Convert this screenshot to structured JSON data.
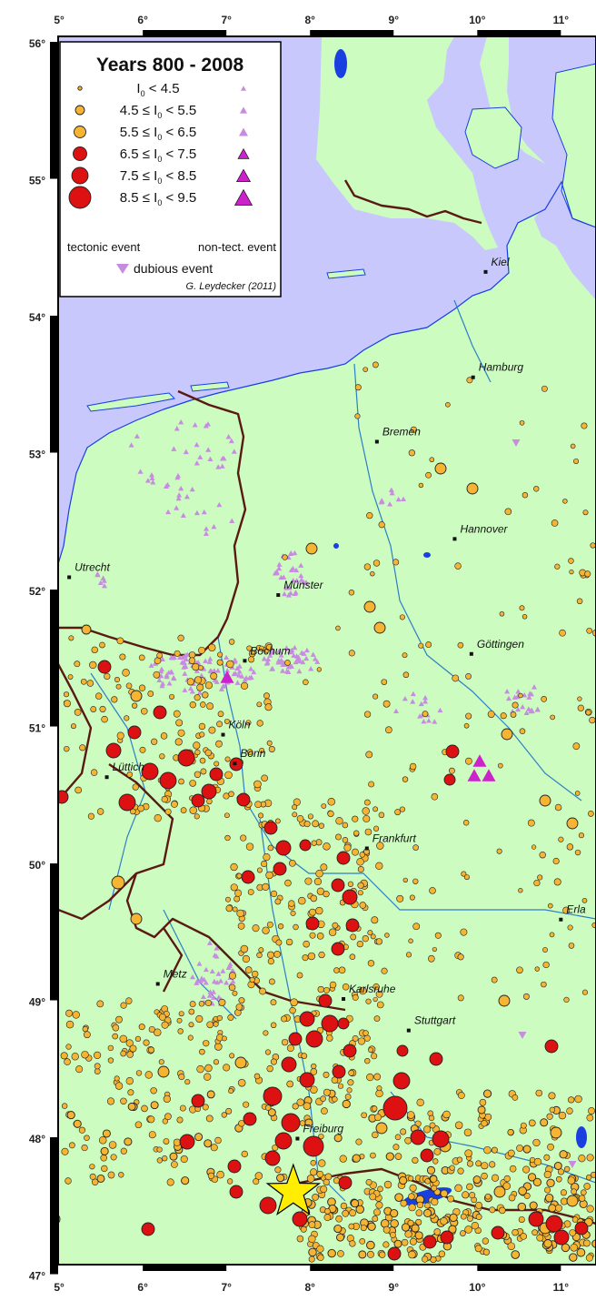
{
  "map": {
    "colors": {
      "land": "#ccfcc0",
      "sea": "#c8c8fc",
      "border": "#5a1a12",
      "river": "#2f7ec4",
      "lake": "#1a3fe0",
      "tectonic_small": "#f5b432",
      "tectonic_large": "#dd1111",
      "non_tectonic": "#c78ce0",
      "non_tectonic_large": "#cc22cc",
      "star": "#ffee00",
      "frame_dark": "#000000"
    },
    "longitude_labels": [
      "5°",
      "6°",
      "7°",
      "8°",
      "9°",
      "10°",
      "11°"
    ],
    "latitude_labels": [
      "56°",
      "55°",
      "54°",
      "53°",
      "52°",
      "51°",
      "50°",
      "49°",
      "48°",
      "47°"
    ],
    "cities": [
      {
        "id": "kiel",
        "name": "Kiel",
        "lon": 10.1,
        "lat": 54.32
      },
      {
        "id": "hamburg",
        "name": "Hamburg",
        "lon": 9.95,
        "lat": 53.55
      },
      {
        "id": "bremen",
        "name": "Bremen",
        "lon": 8.8,
        "lat": 53.08
      },
      {
        "id": "hannover",
        "name": "Hannover",
        "lon": 9.73,
        "lat": 52.37
      },
      {
        "id": "utrecht",
        "name": "Utrecht",
        "lon": 5.12,
        "lat": 52.09
      },
      {
        "id": "muenster",
        "name": "Münster",
        "lon": 7.62,
        "lat": 51.96
      },
      {
        "id": "bochum",
        "name": "Bochum",
        "lon": 7.22,
        "lat": 51.48
      },
      {
        "id": "goettingen",
        "name": "Göttingen",
        "lon": 9.93,
        "lat": 51.53
      },
      {
        "id": "koeln",
        "name": "Köln",
        "lon": 6.96,
        "lat": 50.94
      },
      {
        "id": "bonn",
        "name": "Bonn",
        "lon": 7.1,
        "lat": 50.73
      },
      {
        "id": "luettich",
        "name": "Lüttich",
        "lon": 5.57,
        "lat": 50.63
      },
      {
        "id": "frankfurt",
        "name": "Frankfurt",
        "lon": 8.68,
        "lat": 50.11
      },
      {
        "id": "erlangen",
        "name": "Erla",
        "lon": 11.0,
        "lat": 49.59
      },
      {
        "id": "metz",
        "name": "Metz",
        "lon": 6.18,
        "lat": 49.12
      },
      {
        "id": "karlsruhe",
        "name": "Karlsruhe",
        "lon": 8.4,
        "lat": 49.01
      },
      {
        "id": "stuttgart",
        "name": "Stuttgart",
        "lon": 9.18,
        "lat": 48.78
      },
      {
        "id": "freiburg",
        "name": "Freiburg",
        "lon": 7.85,
        "lat": 47.99
      }
    ],
    "epicenter_star": {
      "lon": 7.8,
      "lat": 47.6
    }
  },
  "legend": {
    "title": "Years 800 - 2008",
    "rows": [
      {
        "low": "",
        "rel_low": "",
        "var": "I",
        "sub": "0",
        "rel_high": "<",
        "high": "4.5",
        "level": 1
      },
      {
        "low": "4.5",
        "rel_low": "≤",
        "var": "I",
        "sub": "0",
        "rel_high": "<",
        "high": "5.5",
        "level": 2
      },
      {
        "low": "5.5",
        "rel_low": "≤",
        "var": "I",
        "sub": "0",
        "rel_high": "<",
        "high": "6.5",
        "level": 3
      },
      {
        "low": "6.5",
        "rel_low": "≤",
        "var": "I",
        "sub": "0",
        "rel_high": "<",
        "high": "7.5",
        "level": 4
      },
      {
        "low": "7.5",
        "rel_low": "≤",
        "var": "I",
        "sub": "0",
        "rel_high": "<",
        "high": "8.5",
        "level": 5
      },
      {
        "low": "8.5",
        "rel_low": "≤",
        "var": "I",
        "sub": "0",
        "rel_high": "<",
        "high": "9.5",
        "level": 6
      }
    ],
    "tectonic_label": "tectonic event",
    "non_tectonic_label": "non-tect. event",
    "dubious_label": "dubious event",
    "credit": "G. Leydecker (2011)"
  }
}
